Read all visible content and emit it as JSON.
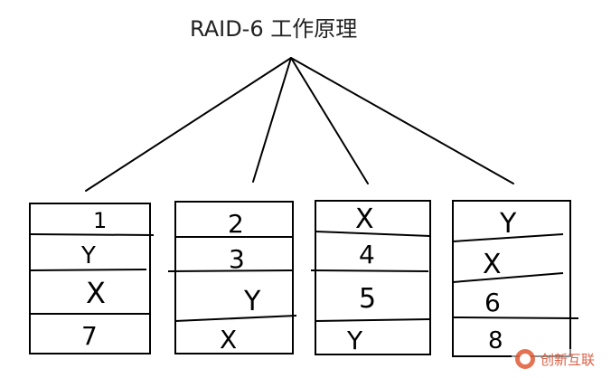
{
  "title": "RAID-6 工作原理",
  "disks": [
    {
      "blocks": [
        "1",
        "Y",
        "X",
        "7"
      ]
    },
    {
      "blocks": [
        "2",
        "3",
        "Y",
        "X"
      ]
    },
    {
      "blocks": [
        "X",
        "4",
        "5",
        "Y"
      ]
    },
    {
      "blocks": [
        "Y",
        "X",
        "6",
        "8"
      ]
    }
  ],
  "watermark": {
    "text": "创新互联",
    "color": "#d24628"
  }
}
